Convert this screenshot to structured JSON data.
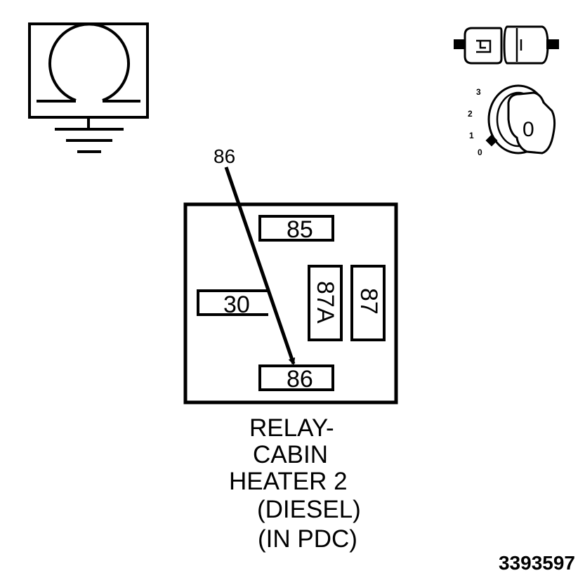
{
  "symbols": {
    "ground": "ohm-ground-icon",
    "connector": "connector-icon",
    "ignition": "ignition-key-icon"
  },
  "ignition": {
    "positions": [
      "3",
      "2",
      "1",
      "0"
    ],
    "key_label": "0"
  },
  "relay": {
    "callout_label": "86",
    "terminals": {
      "t85": "85",
      "t30": "30",
      "t87a": "87A",
      "t87": "87",
      "t86": "86"
    }
  },
  "caption": {
    "lines": [
      "RELAY-",
      "CABIN",
      "HEATER 2",
      "(DIESEL)",
      "(IN PDC)"
    ]
  },
  "figure_number": "3393597"
}
